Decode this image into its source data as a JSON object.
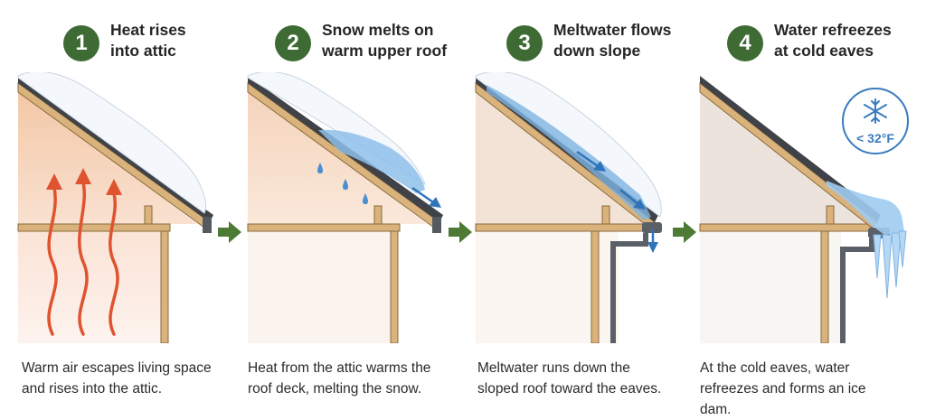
{
  "steps": [
    {
      "number": "1",
      "title_line1": "Heat rises",
      "title_line2": "into attic",
      "caption_line1": "Warm air escapes living space",
      "caption_line2": "and rises into the attic."
    },
    {
      "number": "2",
      "title_line1": "Snow melts on",
      "title_line2": "warm upper roof",
      "caption_line1": "Heat from the attic warms the",
      "caption_line2": "roof deck, melting the snow."
    },
    {
      "number": "3",
      "title_line1": "Meltwater flows",
      "title_line2": "down slope",
      "caption_line1": "Meltwater runs down the",
      "caption_line2": "sloped roof toward the eaves."
    },
    {
      "number": "4",
      "title_line1": "Water refreezes",
      "title_line2": "at cold eaves",
      "caption_line1": "At the cold eaves, water",
      "caption_line2": "refreezes and forms an ice dam."
    }
  ],
  "temperature_badge": {
    "text": "< 32°F",
    "icon": "snowflake-icon"
  },
  "colors": {
    "step_badge": "#3e6b34",
    "flow_arrow": "#4d7a35",
    "warm_air": "#e0532f",
    "water": "#4a90d0",
    "wood": "#d9b27c",
    "shingle": "#3f4246"
  }
}
